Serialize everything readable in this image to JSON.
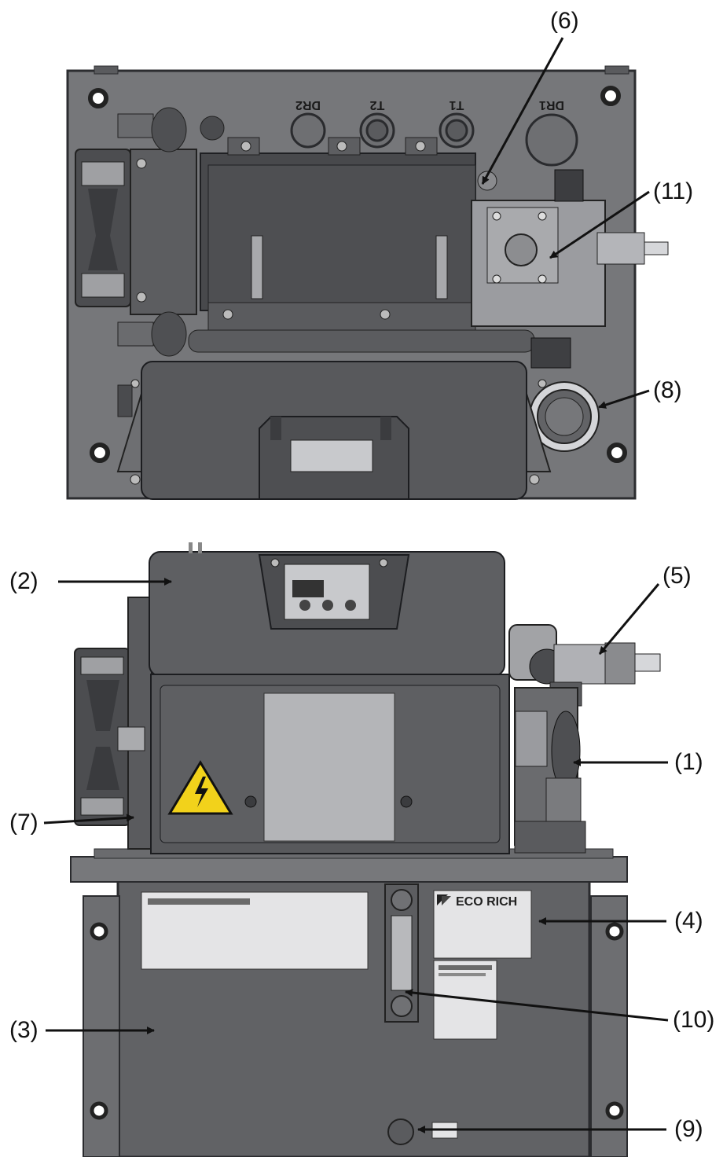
{
  "top_view": {
    "port_labels": [
      "DR2",
      "T2",
      "T1",
      "DR1"
    ]
  },
  "callouts": {
    "c1": "(1)",
    "c2": "(2)",
    "c3": "(3)",
    "c4": "(4)",
    "c5": "(5)",
    "c6": "(6)",
    "c7": "(7)",
    "c8": "(8)",
    "c9": "(9)",
    "c10": "(10)",
    "c11": "(11)"
  },
  "nameplate": {
    "brand": "ECO RICH"
  },
  "colors": {
    "body": "#5f6063",
    "body_dark": "#45464a",
    "plate": "#77787b",
    "edge": "#2c2d30",
    "label": "#e4e4e6",
    "warning": "#f2d21b"
  }
}
